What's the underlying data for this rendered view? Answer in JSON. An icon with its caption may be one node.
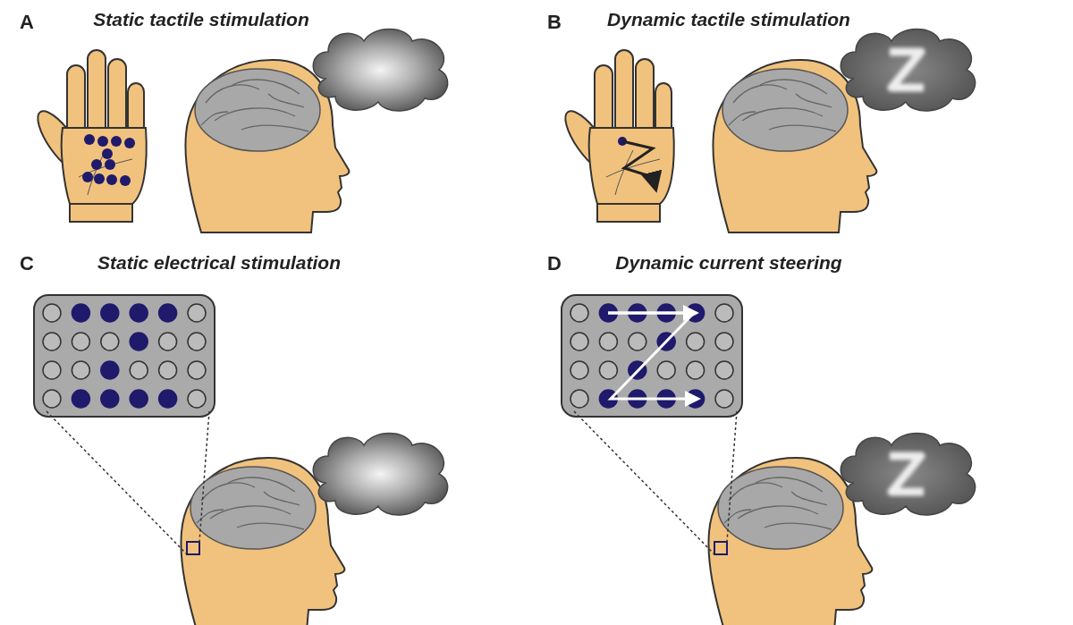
{
  "diagram": {
    "labels": [
      "A",
      "Static tactile stimulation",
      "B",
      "Dynamic tactile stimulation",
      "C",
      "Static electrical stimulation",
      "D",
      "Dynamic current steering"
    ]
  }
}
